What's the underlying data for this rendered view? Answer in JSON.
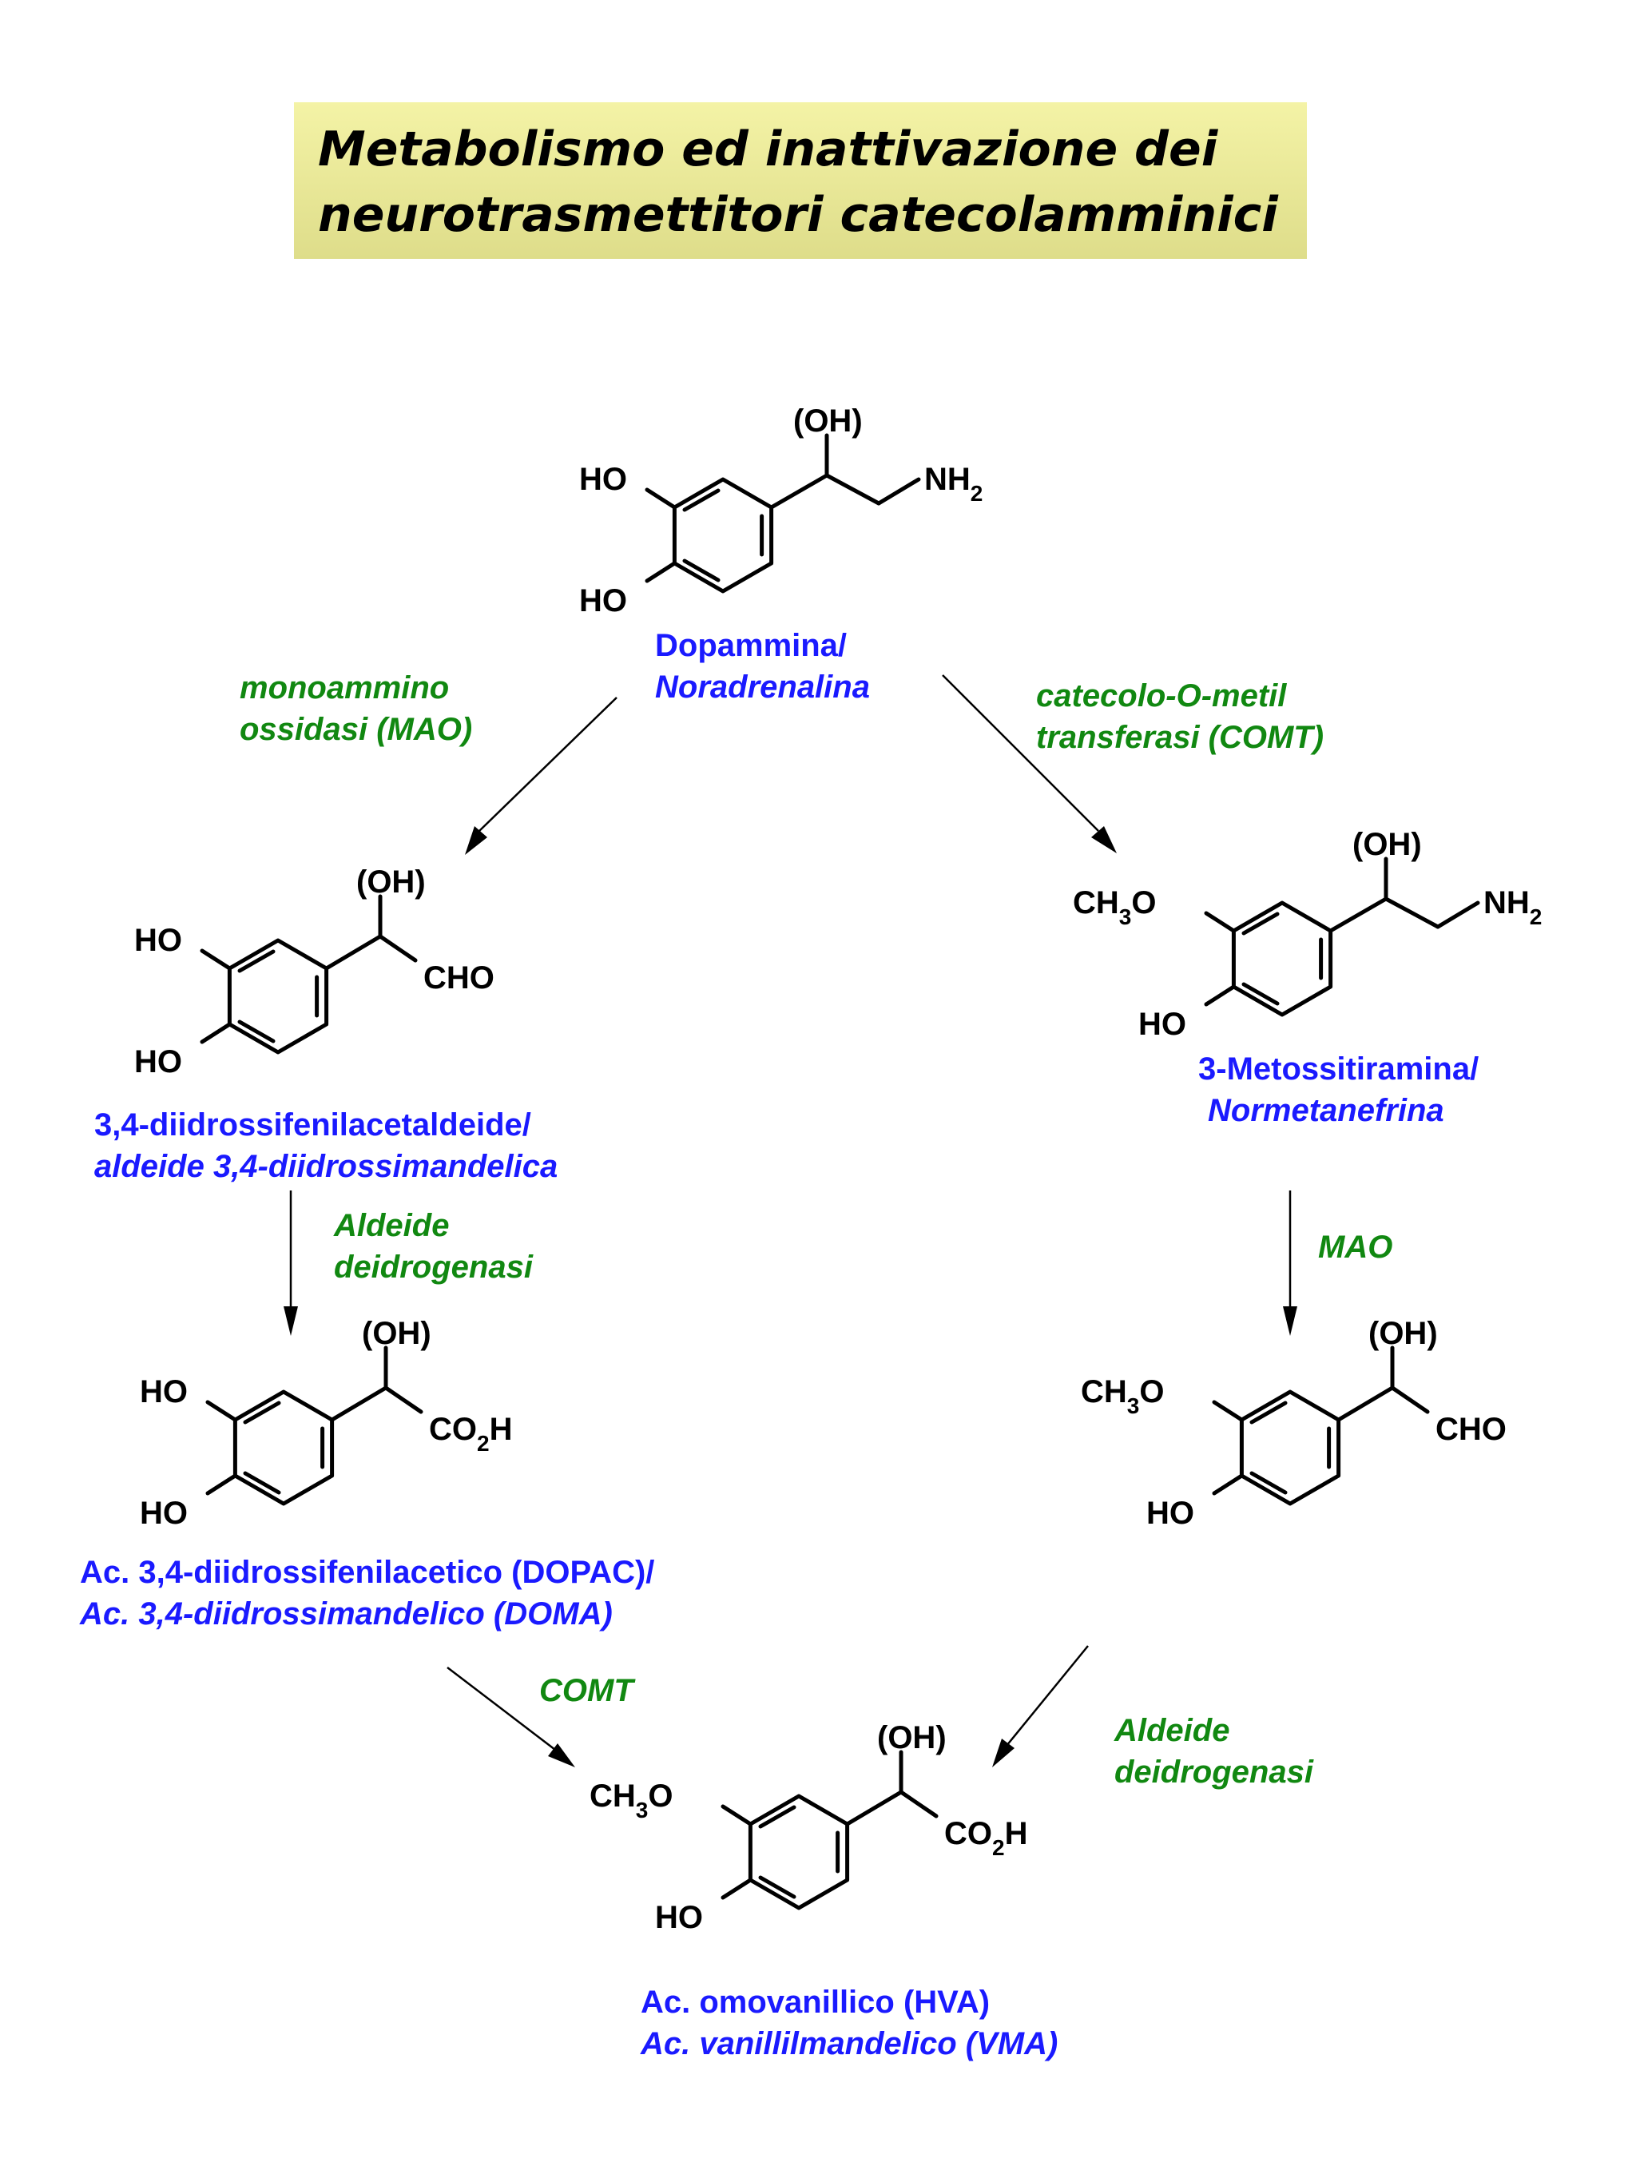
{
  "title": {
    "line1": "Metabolismo ed inattivazione dei",
    "line2": "neurotrasmettitori catecolamminici"
  },
  "compounds": {
    "dopamine": {
      "name1": "Dopammina/",
      "name2": "Noradrenalina"
    },
    "aldehyde": {
      "name1": "3,4-diidrossifenilacetaldeide/",
      "name2": "aldeide 3,4-diidrossimandelica"
    },
    "methoxy_amine": {
      "name1": "3-Metossitiramina/",
      "name2": "Normetanefrina"
    },
    "dopac": {
      "name1": "Ac. 3,4-diidrossifenilacetico (DOPAC)/",
      "name2": "Ac. 3,4-diidrossimandelico (DOMA)"
    },
    "hva": {
      "name1": "Ac. omovanillico (HVA)",
      "name2": "Ac. vanillilmandelico (VMA)"
    }
  },
  "enzymes": {
    "mao_full": {
      "line1": "monoammino",
      "line2": "ossidasi (MAO)"
    },
    "comt_full": {
      "line1": "catecolo-O-metil",
      "line2": "transferasi (COMT)"
    },
    "ald_dh_left": {
      "line1": "Aldeide",
      "line2": "deidrogenasi"
    },
    "mao_short": "MAO",
    "comt_short": "COMT",
    "ald_dh_right": {
      "line1": "Aldeide",
      "line2": "deidrogenasi"
    }
  },
  "atoms": {
    "ho": "HO",
    "oh_paren": "(OH)",
    "nh": "NH",
    "cho": "CHO",
    "co": "CO",
    "h": "H",
    "ch": "CH",
    "o": "O",
    "sub2": "2",
    "sub3": "3"
  },
  "colors": {
    "name": "#1a1aff",
    "enzyme": "#118811",
    "title_bg": "#eeed9c"
  }
}
